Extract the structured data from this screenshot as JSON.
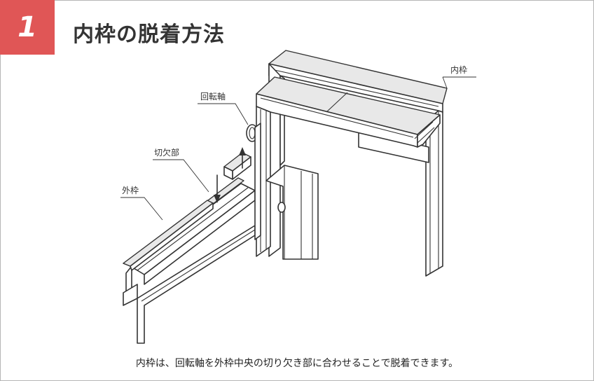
{
  "step": {
    "number": "1",
    "badge_color": "#e05656"
  },
  "title": "内枠の脱着方法",
  "labels": {
    "inner_frame": "内枠",
    "pivot_axis": "回転軸",
    "notch": "切欠部",
    "outer_frame": "外枠"
  },
  "caption": "内枠は、回転軸を外枠中央の切り欠き部に合わせることで脱着できます。"
}
